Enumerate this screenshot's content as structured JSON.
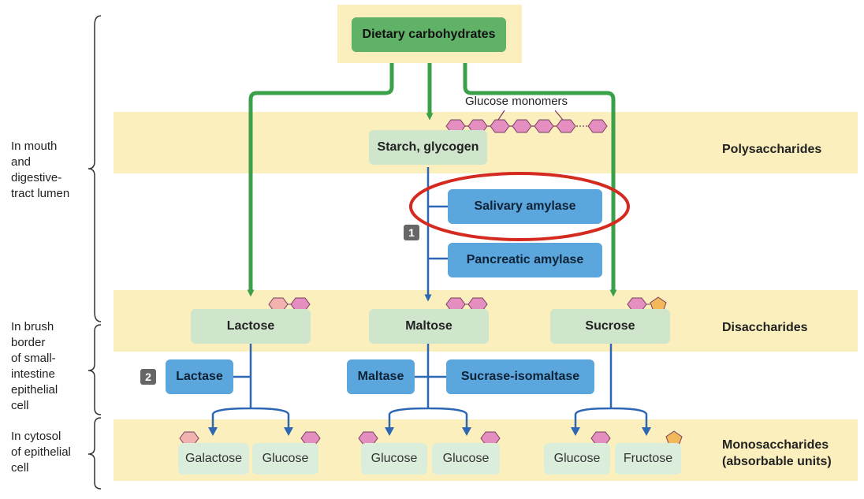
{
  "top": {
    "title": "Dietary carbohydrates"
  },
  "monomers_label": "Glucose monomers",
  "bands": {
    "polysaccharides": "Polysaccharides",
    "disaccharides": "Disaccharides",
    "monosaccharides": "Monosaccharides\n(absorbable units)"
  },
  "locations": {
    "mouth": "In mouth\nand\ndigestive-\ntract lumen",
    "brush_border": "In brush\nborder\nof small-\nintestine\nepithelial\ncell",
    "cytosol": "In cytosol\nof epithelial\ncell"
  },
  "polysaccharide": "Starch, glycogen",
  "enzymes": {
    "salivary": "Salivary amylase",
    "pancreatic": "Pancreatic amylase",
    "lactase": "Lactase",
    "maltase": "Maltase",
    "sucrase": "Sucrase-isomaltase"
  },
  "steps": {
    "one": "1",
    "two": "2"
  },
  "disaccharides": {
    "lactose": "Lactose",
    "maltose": "Maltose",
    "sucrose": "Sucrose"
  },
  "monosaccharides": {
    "galactose": "Galactose",
    "glucose_1": "Glucose",
    "glucose_2": "Glucose",
    "glucose_3": "Glucose",
    "glucose_4": "Glucose",
    "fructose": "Fructose"
  },
  "colors": {
    "band": "#fbf0bd",
    "green_arrow": "#3aa14a",
    "blue_arrow": "#2d66b4",
    "enzyme_box": "#5aa6dd",
    "highlight_ellipse": "#d42a20",
    "glucose_hexagon": "#e58fc0",
    "galactose_hexagon": "#f2b3ae",
    "fructose_pentagon": "#f2b85a"
  }
}
